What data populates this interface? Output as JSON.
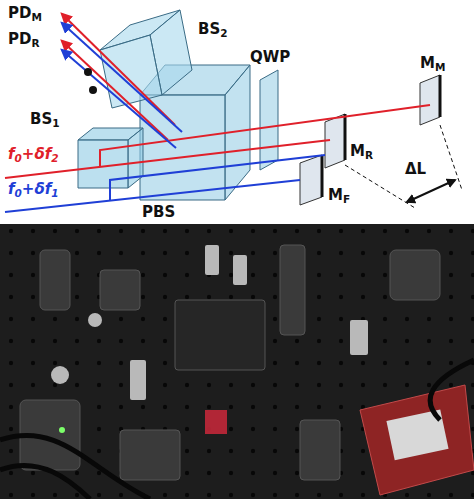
{
  "diagram": {
    "labels": [
      "PDM",
      "PDR",
      "BS2",
      "BS1",
      "PBS",
      "QWP",
      "MR",
      "MM",
      "MF",
      "ΔL",
      "f0+δf2",
      "f0+δf1"
    ]
  }
}
